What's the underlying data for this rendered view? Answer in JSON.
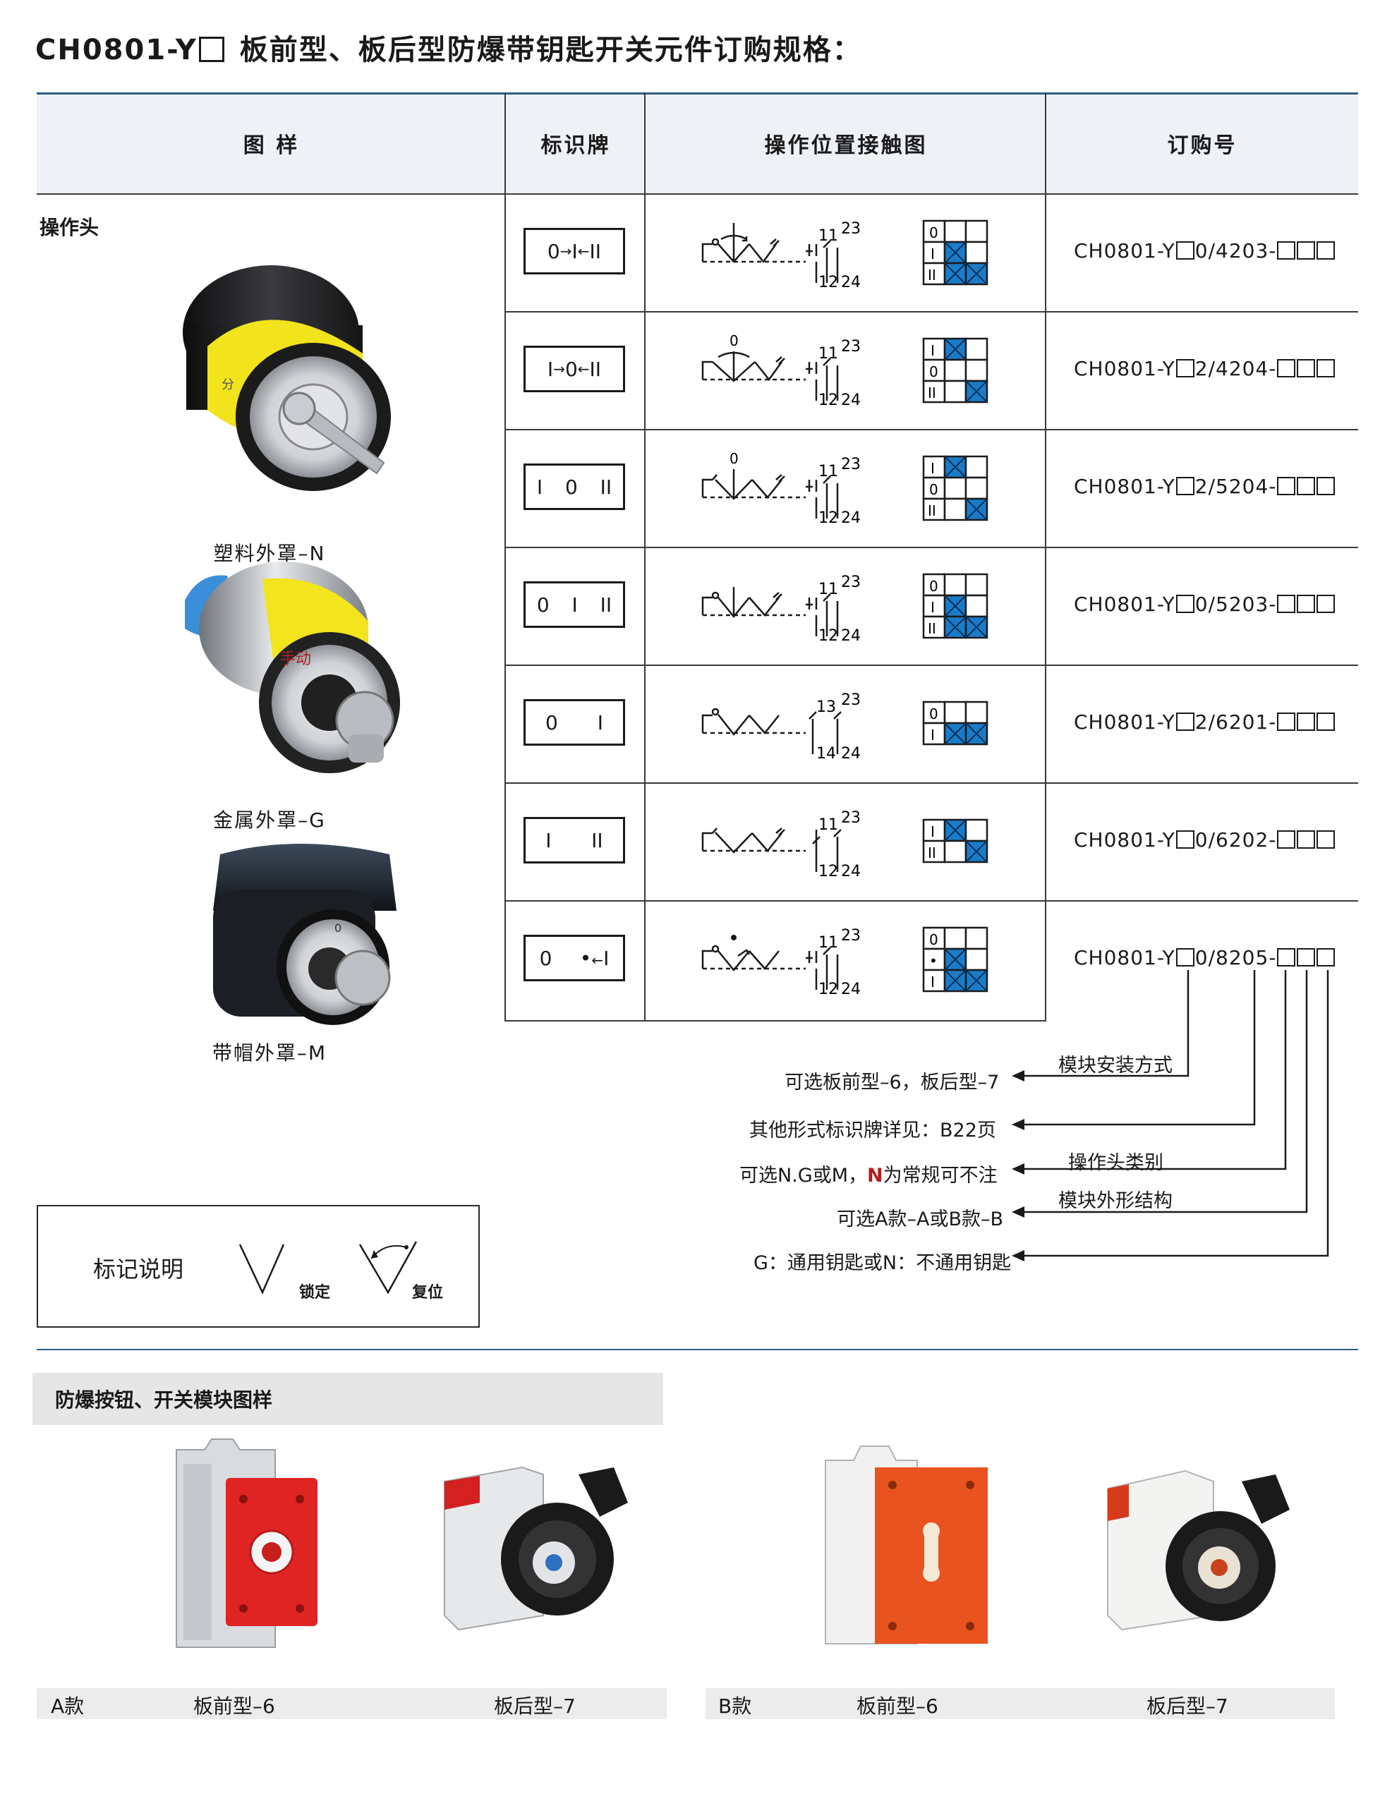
{
  "title": {
    "prefix": "CH0801-Y",
    "suffix": "板前型、板后型防爆带钥匙开关元件订购规格："
  },
  "table": {
    "headers": [
      "图 样",
      "标识牌",
      "操作位置接触图",
      "订购号"
    ],
    "section_label": "操作头",
    "captions": [
      "塑料外罩–N",
      "金属外罩–G",
      "带帽外罩–M"
    ],
    "rows": [
      {
        "plate": [
          "0",
          "→",
          "I",
          "←",
          "II"
        ],
        "order_pre": "CH0801-Y",
        "order_mid": "0/4203-",
        "states": [
          "0",
          "I",
          "II"
        ],
        "top": "11",
        "top2": "23",
        "bot": "12",
        "bot2": "24"
      },
      {
        "plate": [
          "I",
          "→",
          "0",
          "←",
          "II"
        ],
        "order_pre": "CH0801-Y",
        "order_mid": "2/4204-",
        "states": [
          "I",
          "0",
          "II"
        ],
        "top": "11",
        "top2": "23",
        "bot": "12",
        "bot2": "24"
      },
      {
        "plate": [
          "I",
          "0",
          "II"
        ],
        "order_pre": "CH0801-Y",
        "order_mid": "2/5204-",
        "states": [
          "I",
          "0",
          "II"
        ],
        "top": "11",
        "top2": "23",
        "bot": "12",
        "bot2": "24"
      },
      {
        "plate": [
          "0",
          "I",
          "II"
        ],
        "order_pre": "CH0801-Y",
        "order_mid": "0/5203-",
        "states": [
          "0",
          "I",
          "II"
        ],
        "top": "11",
        "top2": "23",
        "bot": "12",
        "bot2": "24"
      },
      {
        "plate": [
          "0",
          "I"
        ],
        "order_pre": "CH0801-Y",
        "order_mid": "2/6201-",
        "states": [
          "0",
          "I"
        ],
        "top": "13",
        "top2": "23",
        "bot": "14",
        "bot2": "24"
      },
      {
        "plate": [
          "I",
          "II"
        ],
        "order_pre": "CH0801-Y",
        "order_mid": "0/6202-",
        "states": [
          "I",
          "II"
        ],
        "top": "11",
        "top2": "23",
        "bot": "12",
        "bot2": "24"
      },
      {
        "plate": [
          "0",
          "•",
          "←",
          "I"
        ],
        "order_pre": "CH0801-Y",
        "order_mid": "0/8205-",
        "states": [
          "0",
          "•",
          "I"
        ],
        "top": "11",
        "top2": "23",
        "bot": "12",
        "bot2": "24"
      }
    ]
  },
  "callouts": {
    "install_mode": "模块安装方式",
    "install_opts": "可选板前型–6，板后型–7",
    "plate_ref": "其他形式标识牌详见：B22页",
    "head_type": "操作头类别",
    "head_opts_a": "可选N.G或M，",
    "head_opts_n": "N",
    "head_opts_b": "为常规可不注",
    "module_shape": "模块外形结构",
    "module_opts": "可选A款–A或B款–B",
    "key_opts": "G：通用钥匙或N：不通用钥匙"
  },
  "legend": {
    "title": "标记说明",
    "lock": "锁定",
    "reset": "复位"
  },
  "bottom": {
    "section_title": "防爆按钮、开关模块图样",
    "a_label": "A款",
    "a_front": "板前型–6",
    "a_rear": "板后型–7",
    "b_label": "B款",
    "b_front": "板前型–6",
    "b_rear": "板后型–7"
  },
  "colors": {
    "cross_fill": "#1a7cc9",
    "rule_blue": "#2f5d8a",
    "header_bg": "#eef1f5"
  }
}
